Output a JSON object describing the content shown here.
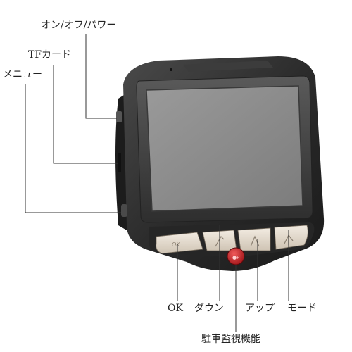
{
  "labels": {
    "power": "オン/オフ/パワー",
    "tf_card": "TFカード",
    "menu": "メニュー",
    "ok": "OK",
    "down": "ダウン",
    "up": "アップ",
    "mode": "モード",
    "parking": "駐車監視機能"
  },
  "button_marks": {
    "ok": "OK"
  },
  "colors": {
    "body": "#2b2b2b",
    "screen": "#8a8a8a",
    "button": "#e6ddd0",
    "red_button": "#c8262a",
    "line": "#333333"
  },
  "icons": [
    "up-arrow-icon",
    "down-arrow-icon",
    "mode-arrow-icon",
    "record-icon"
  ]
}
